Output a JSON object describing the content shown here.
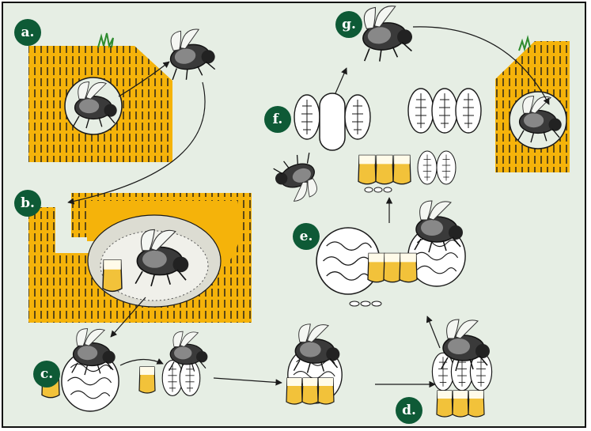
{
  "figure": {
    "title": "",
    "colors": {
      "background": "#e6eee4",
      "soil": "#f5b30a",
      "soil_lines": "#1a1a1a",
      "badge": "#0e5a36",
      "honey": "#f2c23a",
      "ink": "#1a1a1a"
    },
    "stages": [
      {
        "id": "a",
        "label": "a."
      },
      {
        "id": "b",
        "label": "b."
      },
      {
        "id": "c",
        "label": "c."
      },
      {
        "id": "d",
        "label": "d."
      },
      {
        "id": "e",
        "label": "e."
      },
      {
        "id": "f",
        "label": "f."
      },
      {
        "id": "g",
        "label": "g."
      }
    ]
  }
}
